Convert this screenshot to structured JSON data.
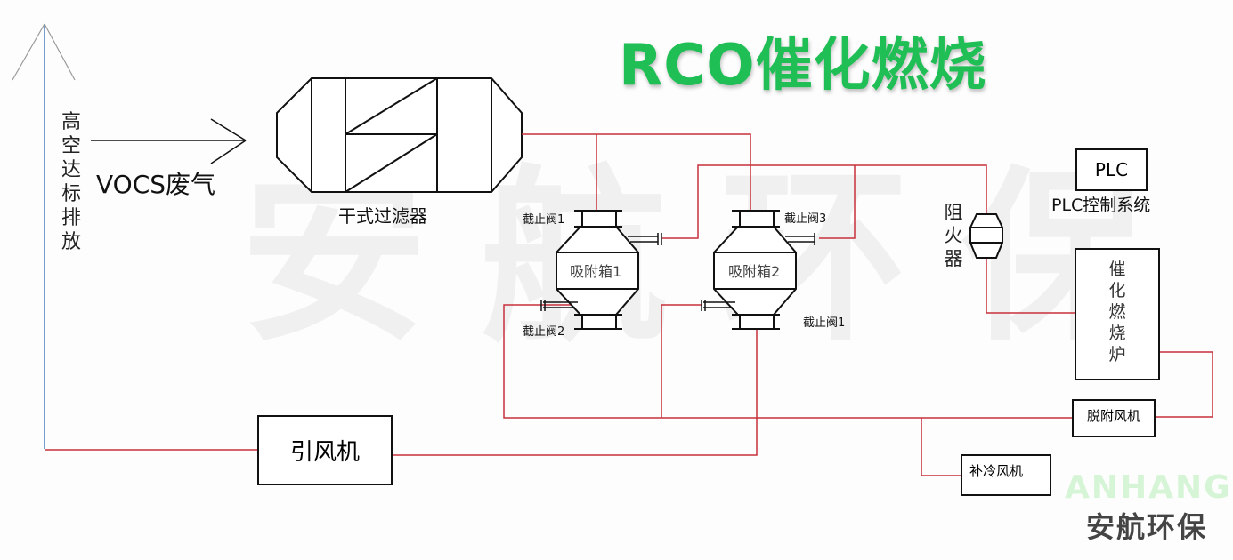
{
  "title": "RCO催化燃烧",
  "watermark": "安航环保",
  "brand": {
    "en": "ANHANG",
    "cn": "安航环保"
  },
  "colors": {
    "title": "#1fbf55",
    "pipe": "#c8303c",
    "exhaust": "#4a7fc1",
    "outline": "#111111"
  },
  "labels": {
    "stack": "高空达标排放",
    "inlet": "VOCS废气",
    "filter": "干式过滤器",
    "adsorber1": "吸附箱1",
    "adsorber2": "吸附箱2",
    "valve_a1_top": "截止阀1",
    "valve_a1_bottom": "截止阀2",
    "valve_a2_top": "截止阀3",
    "valve_a2_bottom": "截止阀1",
    "flame_arrester": "阻火器",
    "plc_box": "PLC",
    "plc_caption": "PLC控制系统",
    "furnace": "催化燃烧炉",
    "desorb_fan": "脱附风机",
    "cooling_fan": "补冷风机",
    "induced_fan": "引风机"
  }
}
